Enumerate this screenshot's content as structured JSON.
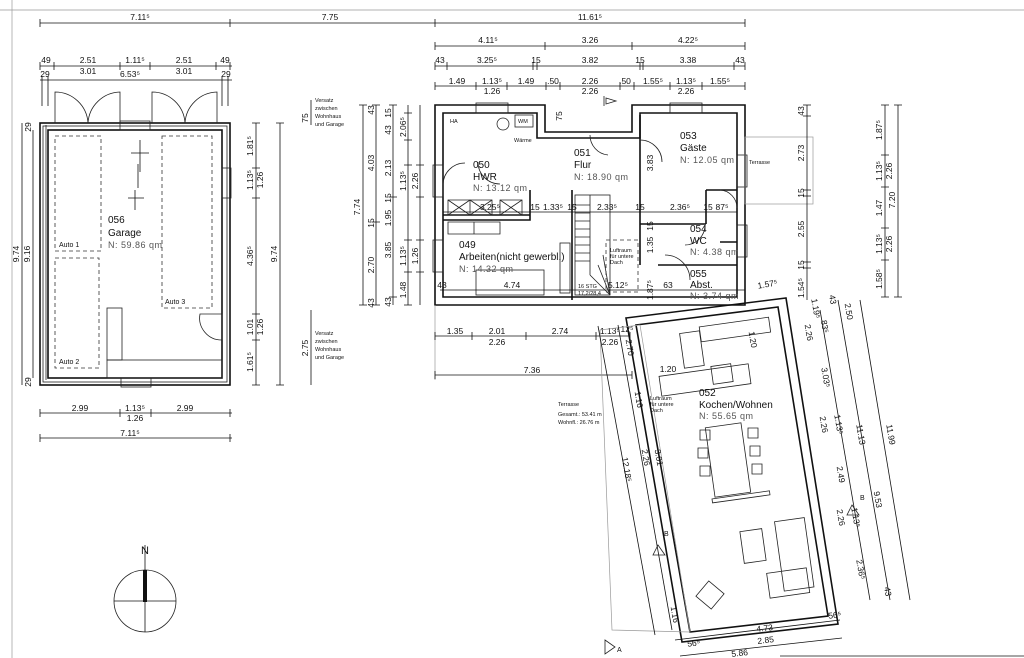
{
  "plan": {
    "north_label": "N",
    "section_a": "A",
    "section_b": "B",
    "rooms": {
      "garage": {
        "number": "056",
        "name": "Garage",
        "area": "N: 59.86 qm"
      },
      "hwr": {
        "number": "050",
        "name": "HWR",
        "area": "N: 13.12 qm"
      },
      "flur": {
        "number": "051",
        "name": "Flur",
        "area": "N: 18.90 qm"
      },
      "gaeste": {
        "number": "053",
        "name": "Gäste",
        "area": "N: 12.05 qm"
      },
      "arbeiten": {
        "number": "049",
        "name": "Arbeiten(nicht gewerbl.)",
        "area": "N: 14.32 qm"
      },
      "wc": {
        "number": "054",
        "name": "WC",
        "area": "N: 4.38 qm"
      },
      "abst": {
        "number": "055",
        "name": "Abst.",
        "area": "N: 3.74 qm"
      },
      "kochen": {
        "number": "052",
        "name": "Kochen/Wohnen",
        "area": "N: 55.65 qm"
      }
    },
    "labels": {
      "auto1": "Auto 1",
      "auto2": "Auto 2",
      "auto3": "Auto 3",
      "ha": "HA",
      "wm": "WM",
      "waerme": "Wärme",
      "versatz": [
        "Versatz",
        "zwischen",
        "Wohnhaus",
        "und Garage"
      ],
      "terrasse": "Terrasse",
      "terr_gesamt": "Gesamt.: 53.41 m",
      "terr_wohnfl": "Wohnfl.: 26.76 m",
      "luftraum": [
        "Luftraum",
        "für untere",
        "Dach"
      ],
      "stair_1": "16 STG",
      "stair_2": "17,2/28,4"
    },
    "dims": {
      "top": [
        "7.11⁵",
        "7.75",
        "11.61⁵"
      ],
      "garage_top": [
        "49",
        "2.51",
        "1.11⁵",
        "2.51",
        "49",
        "3.01",
        "6.53⁵",
        "3.01",
        "29",
        "29"
      ],
      "garage_left": [
        "9.74",
        "9.16",
        "29",
        "29"
      ],
      "garage_right": [
        "1.81⁵",
        "1.13⁵",
        "1.26",
        "4.36⁵",
        "1.01",
        "1.26",
        "1.61⁵",
        "9.74"
      ],
      "garage_bottom": [
        "2.99",
        "1.13⁵",
        "1.26",
        "2.99",
        "7.11⁵"
      ],
      "versatz": [
        "75",
        "2.75"
      ],
      "house_top": [
        "4.11⁵",
        "3.26",
        "4.22⁵",
        "43",
        "3.25⁵",
        "15",
        "3.82",
        "15",
        "3.38",
        "43",
        "1.49",
        "1.13⁵",
        "1.26",
        "1.49",
        ".50",
        "2.26",
        "2.26",
        ".50",
        "1.55⁵",
        "1.13⁵",
        "2.26",
        "1.55⁵",
        "75"
      ],
      "house_left": [
        "7.74",
        "43",
        "4.03",
        "15",
        "2.70",
        "43",
        "15",
        "43",
        "2.13",
        "15",
        "1.95",
        "3.85",
        "43",
        "2.06⁵",
        "1.13⁵",
        "2.26",
        "1.13⁵",
        "1.26",
        "1.48"
      ],
      "house_inner": [
        "3.25⁵",
        "15",
        "1.33⁵",
        "15",
        "2.33⁵",
        "15",
        "2.36⁵",
        "15",
        "87⁵",
        "3.83",
        "1.35",
        "15",
        "4.74",
        "43",
        "5.12⁵",
        "1.87⁵",
        "63"
      ],
      "house_bottom": [
        "1.35",
        "2.01",
        "2.26",
        "2.74",
        "1.13⁵",
        "2.26",
        "12⁵",
        "2.70",
        "7.36"
      ],
      "house_right": [
        "43",
        "2.73",
        "15",
        "2.55",
        "15",
        "1.57⁵",
        "1.54⁵",
        "1.87⁵",
        "1.13⁵",
        "2.26",
        "1.47",
        "1.13⁵",
        "2.26",
        "1.58⁵",
        "7.20"
      ],
      "kitchen": [
        "1.20",
        "1.20",
        "3.03⁵",
        "1.13⁵",
        "2.26",
        "2.49",
        "1.13⁵",
        "2.26",
        "2.36⁵",
        "43",
        "11.13",
        "9.53",
        "11.99",
        "2.50",
        "43",
        "1.19⁵",
        "83⁵",
        "2.26",
        "12.18⁵",
        "1.16",
        "3.01",
        "2.26",
        "1.16",
        "4.73",
        "2.85",
        "5.86",
        "56⁵",
        "56⁵"
      ]
    }
  }
}
